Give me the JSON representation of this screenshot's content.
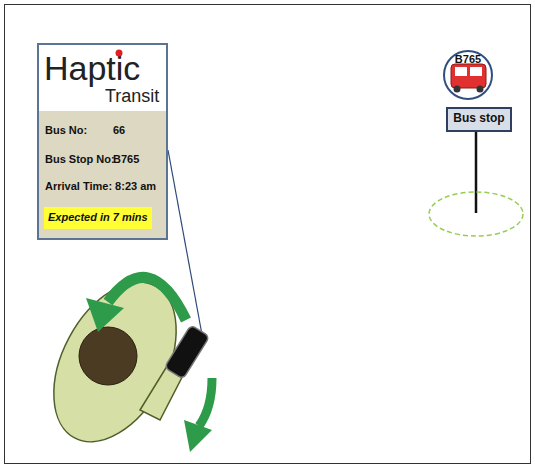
{
  "diagram": {
    "nodes": [
      {
        "text": [
          "Haptic",
          "Transit",
          "Bus No:",
          "66",
          "Bus Stop No:",
          "B765",
          "Arrival Time: 8:23 am"
        ]
      },
      {
        "text": [
          "Expected in 7 mins"
        ],
        "in": 0
      },
      {
        "text": [
          "B765"
        ]
      },
      {
        "text": [
          "Bus stop"
        ]
      }
    ]
  }
}
